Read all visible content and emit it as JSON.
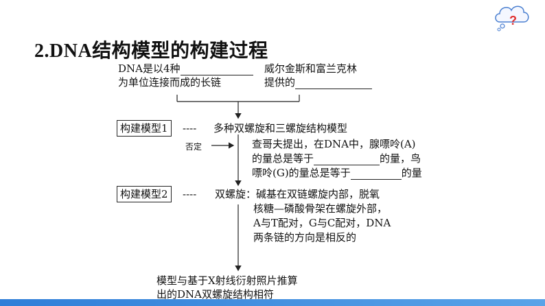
{
  "title": "2.DNA结构模型的构建过程",
  "top_left": {
    "line1": "DNA是以4种",
    "line2": "为单位连接而成的长链"
  },
  "top_right": {
    "line1": "威尔金斯和富兰克林",
    "line2": "提供的"
  },
  "model1": {
    "label": "构建模型1",
    "dash": "----",
    "desc": "多种双螺旋和三螺旋结构模型"
  },
  "negation": {
    "label": "否定",
    "line1": "查哥夫提出，在DNA中，腺嘌呤(A)",
    "line2a": "的量总是等于",
    "line2b": "的量，鸟",
    "line3a": "嘌呤(G)的量总是等于",
    "line3b": "的量"
  },
  "model2": {
    "label": "构建模型2",
    "dash": "----",
    "line1": "双螺旋：碱基在双链螺旋内部，脱氧",
    "line2": "核糖—磷酸骨架在螺旋外部，",
    "line3": "A与T配对，G与C配对，DNA",
    "line4": "两条链的方向是相反的"
  },
  "conclusion": {
    "line1": "模型与基于X射线衍射照片推算",
    "line2": "出的DNA双螺旋结构相符"
  },
  "colors": {
    "bottom_bar": "#2f7ed8",
    "cloud_mark": "#e03030",
    "cloud_outline": "#4a7fd0"
  },
  "icons": {
    "corner": "question-cloud-icon"
  }
}
